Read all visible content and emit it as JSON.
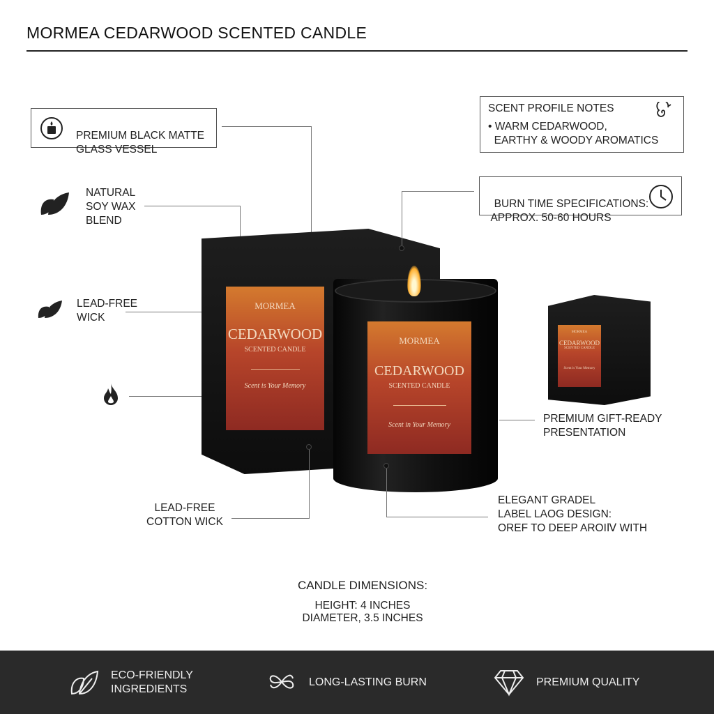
{
  "title": "MORMEA CEDARWOOD SCENTED CANDLE",
  "callouts": {
    "vessel": "PREMIUM BLACK MATTE\nGLASS VESSEL",
    "soy": "NATURAL\nSOY WAX\nBLEND",
    "wick": "LEAD-FREE\nWICK",
    "cotton_wick": "LEAD-FREE\nCOTTON WICK",
    "scent_title": "SCENT PROFILE NOTES",
    "scent_body": "• WARM CEDARWOOD,\n  EARTHY & WOODY AROMATICS",
    "burn": "BURN TIME SPECIFICATIONS:\n APPROX. 50-60 HOURS",
    "gift": "PREMIUM GIFT-READY\nPRESENTATION",
    "label_design": "ELEGANT GRADEL\nLABEL LAOG DESIGN:\nOREF TO DEEP AROIⅣ WITH"
  },
  "product_label": {
    "brand": "MORMEA",
    "name": "CEDARWOOD",
    "sub": "SCENTED CANDLE",
    "tagline": "Scent is Your Memory",
    "tagline2": "Scent in Your Memory"
  },
  "dimensions": {
    "heading": "CANDLE DIMENSIONS:",
    "height": "HEIGHT: 4 INCHES",
    "diameter": "DIAMETER, 3.5 INCHES"
  },
  "footer": [
    {
      "icon": "leaf-icon",
      "label": "ECO-FRIENDLY\nINGREDIENTS"
    },
    {
      "icon": "infinity-icon",
      "label": "LONG-LASTING BURN"
    },
    {
      "icon": "diamond-icon",
      "label": "PREMIUM QUALITY"
    }
  ],
  "colors": {
    "label_top": "#d47a2e",
    "label_bottom": "#8e2a22",
    "footer_bg": "#2a2a2a"
  }
}
